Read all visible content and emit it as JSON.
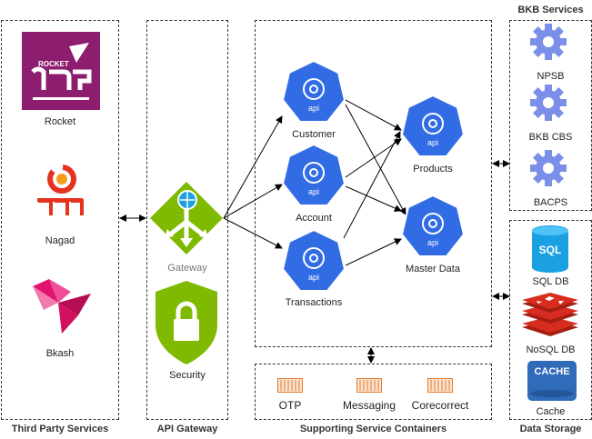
{
  "groups": {
    "third_party": "Third Party Services",
    "api_gateway": "API Gateway",
    "supporting": "Supporting Service Containers",
    "data_storage": "Data Storage",
    "bkb": "BKB Services"
  },
  "third_party": {
    "rocket": "Rocket",
    "rocket_logo_text": "ROCKET",
    "nagad": "Nagad",
    "bkash": "Bkash"
  },
  "gateway": {
    "gateway": "Gateway",
    "security": "Security"
  },
  "services": {
    "customer": "Customer",
    "account": "Account",
    "transactions": "Transactions",
    "products": "Products",
    "master_data": "Master Data",
    "api_badge": "api"
  },
  "supporting": {
    "otp": "OTP",
    "messaging": "Messaging",
    "corecorrect": "Corecorrect"
  },
  "bkb": {
    "npsb": "NPSB",
    "cbs": "BKB CBS",
    "bacps": "BACPS"
  },
  "storage": {
    "sql_db": "SQL DB",
    "sql_icon_text": "SQL",
    "nosql_db": "NoSQL DB",
    "cache": "Cache",
    "cache_icon_text": "CACHE"
  },
  "colors": {
    "api_blue": "#326ce5",
    "gateway_green": "#7fba00",
    "gear_blue": "#7b8fe8",
    "redis_red": "#d82c20",
    "cache_blue": "#2f6bb8",
    "sql_blue": "#1ba1e2",
    "rocket_purple": "#8c1d6f",
    "nagad_red": "#e6331f",
    "bkash_pink": "#e2136e",
    "container_orange": "#e07a2f"
  }
}
